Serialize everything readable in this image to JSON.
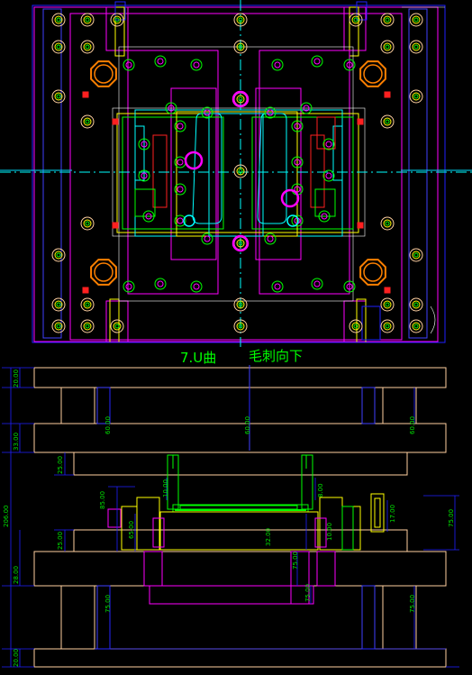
{
  "title_left": "7.U曲",
  "title_right": "毛刺向下",
  "colors": {
    "background": "#000000",
    "magenta": "#ff00ff",
    "yellow": "#ffff00",
    "green": "#00ff00",
    "cyan": "#00ffff",
    "red": "#ff2020",
    "orange": "#ff8000",
    "blue": "#2020ff",
    "white": "#ffffff",
    "plate": "#ffd0a0"
  },
  "dimensions_left": {
    "top": "20.00",
    "second": "33.00",
    "third": "25.00",
    "fourth": "25.00",
    "fifth": "28.00",
    "bottom": "20.00",
    "total": "206.00"
  },
  "dimensions_inner": {
    "a": "60.00",
    "b": "60.00",
    "c": "60.00",
    "d": "85.00",
    "e": "10.00",
    "f": "65.00",
    "g": "8.00",
    "h": "32.00",
    "i": "10.00",
    "j": "75.00",
    "k": "75.00",
    "l": "75.00",
    "m": "17.00",
    "n": "75.00",
    "o": "75.00"
  }
}
